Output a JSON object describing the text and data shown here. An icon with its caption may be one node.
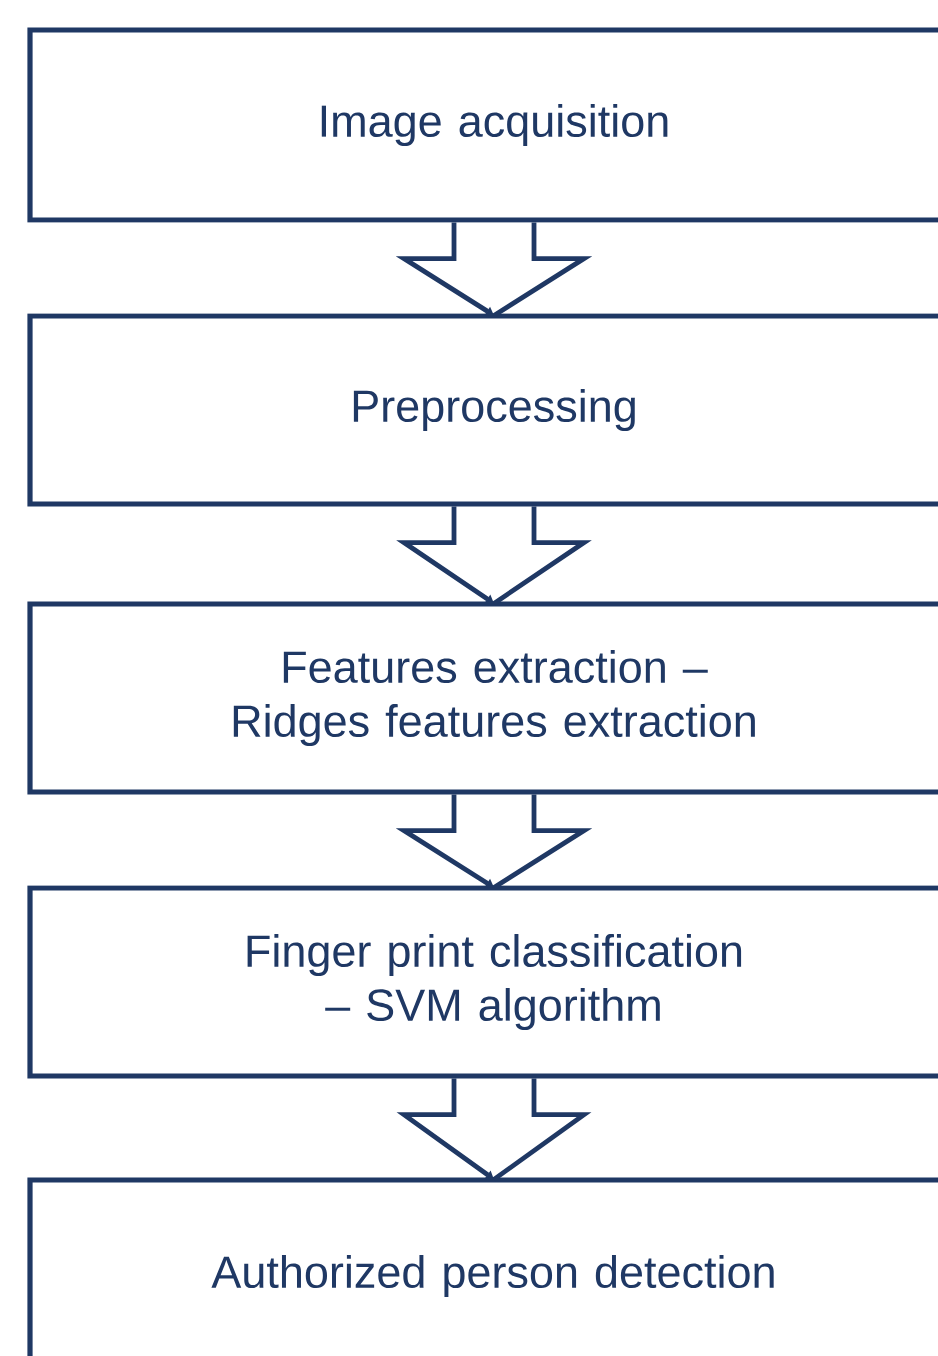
{
  "diagram": {
    "nodes": [
      {
        "text": [
          "Image acquisition"
        ]
      },
      {
        "text": [
          "Preprocessing"
        ]
      },
      {
        "text": [
          "Features extraction – Ridges features extraction"
        ]
      },
      {
        "text": [
          "Finger print classification – SVM algorithm"
        ]
      },
      {
        "text": [
          "Authorized person detection"
        ]
      }
    ],
    "edges": [
      {
        "from": 0,
        "to": 1,
        "arrow": "to"
      },
      {
        "from": 1,
        "to": 2,
        "arrow": "to"
      },
      {
        "from": 2,
        "to": 3,
        "arrow": "to"
      },
      {
        "from": 3,
        "to": 4,
        "arrow": "to"
      }
    ]
  }
}
